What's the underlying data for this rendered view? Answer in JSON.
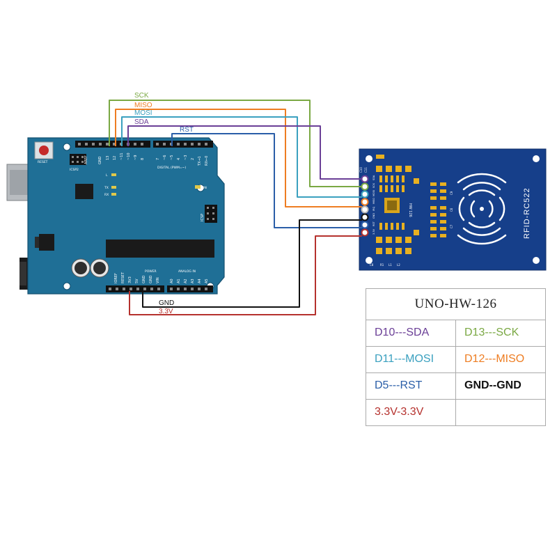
{
  "colors": {
    "board": "#1f6f96",
    "board_dark": "#17557a",
    "rfid_board": "#163f8a",
    "sck": "#7aa843",
    "miso": "#ee7d22",
    "mosi": "#3aa0bf",
    "sda": "#6a3e96",
    "rst": "#2a5ea8",
    "gnd": "#111111",
    "v33": "#b5312d"
  },
  "wire_labels": {
    "sck": "SCK",
    "miso": "MISO",
    "mosi": "MOSI",
    "sda": "SDA",
    "rst": "RST",
    "gnd": "GND",
    "v33": "3.3V"
  },
  "arduino": {
    "reset_label": "RESET",
    "icsp2_label": "ICSP2",
    "icsp_label": "ICSP",
    "led_l": "L",
    "led_tx": "TX",
    "led_rx": "RX",
    "led_on": "ON",
    "digital_label": "DIGITAL (PWM=~)",
    "power_label": "POWER",
    "analog_label": "ANALOG IN",
    "aref": "AREF",
    "gnd_top": "GND",
    "d13": "13",
    "d12": "12",
    "d11": "~11",
    "d10": "~10",
    "d9": "~9",
    "d8": "8",
    "d7": "7",
    "d6": "~6",
    "d5": "~5",
    "d4": "4",
    "d3": "~3",
    "d2": "2",
    "d1": "TX→1",
    "d0": "RX←0",
    "ioref": "IOREF",
    "reset_pin": "RESET",
    "v3": "3V3",
    "v5": "5V",
    "gnd_a": "GND",
    "gnd_b": "GND",
    "vin": "VIN",
    "a0": "A0",
    "a1": "A1",
    "a2": "A2",
    "a3": "A3",
    "a4": "A4",
    "a5": "A5"
  },
  "rfid": {
    "title": "RFID-RC522",
    "chip_label": "HW 126",
    "pin_sda": "SDA",
    "pin_sck": "SCK",
    "pin_mosi": "MOSI",
    "pin_miso": "MISO",
    "pin_irq": "IRQ",
    "pin_gnd": "GND",
    "pin_rst": "RST",
    "pin_33v": "3.3V",
    "c10": "C10",
    "c11": "C11",
    "r1": "R1",
    "l1": "L1",
    "l2": "L2",
    "c8": "C8",
    "c9": "C9",
    "c6": "C6",
    "c7": "C7"
  },
  "pin_table": {
    "title": "UNO-HW-126",
    "rows": [
      {
        "left": "D10---SDA",
        "right": "D13---SCK"
      },
      {
        "left": "D11---MOSI",
        "right": "D12---MISO"
      },
      {
        "left": "D5---RST",
        "right": "GND--GND"
      },
      {
        "left": "3.3V-3.3V",
        "right": ""
      }
    ]
  }
}
